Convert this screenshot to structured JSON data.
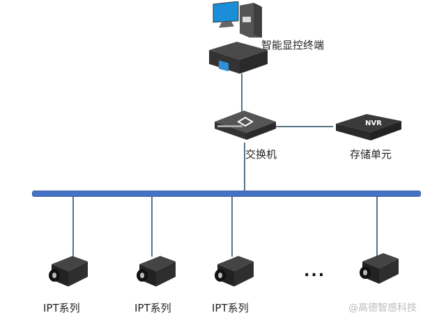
{
  "nodes": {
    "terminal": {
      "label": "智能显控终端",
      "icon": "computer-and-server-icon"
    },
    "switch": {
      "label": "交换机",
      "icon": "network-switch-icon"
    },
    "storage": {
      "label": "存储单元",
      "icon": "nvr-icon",
      "device_text": "NVR"
    },
    "cameras": [
      {
        "label": "IPT系列",
        "icon": "thermal-camera-icon"
      },
      {
        "label": "IPT系列",
        "icon": "thermal-camera-icon"
      },
      {
        "label": "IPT系列",
        "icon": "thermal-camera-icon"
      },
      {
        "label": "",
        "icon": "thermal-camera-icon"
      }
    ],
    "ellipsis": "..."
  },
  "watermark": "@高德智感科技",
  "colors": {
    "bus": "#4472c4",
    "line": "#5a7387"
  }
}
